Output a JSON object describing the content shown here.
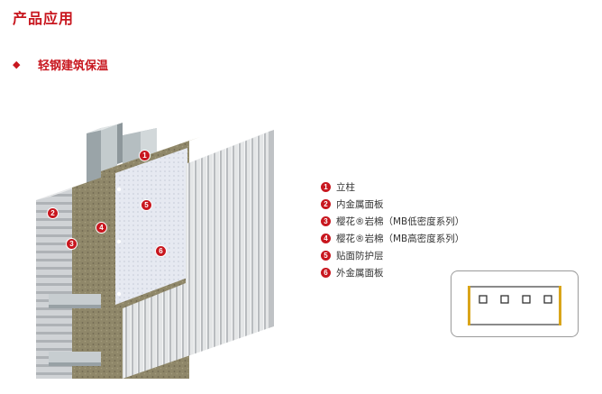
{
  "header": {
    "title": "产品应用"
  },
  "section": {
    "bullet": "◆",
    "title": "轻钢建筑保温"
  },
  "colors": {
    "accent": "#c8171f",
    "steel": "#a9b3b6",
    "wool": "#8c8467",
    "panel": "#dcdee0",
    "membrane": "#e3e7ef",
    "frame": "#d9a51a"
  },
  "legend": {
    "items": [
      {
        "num": "1",
        "label": "立柱"
      },
      {
        "num": "2",
        "label": "内金属面板"
      },
      {
        "num": "3",
        "label": "樱花®岩棉（MB低密度系列）"
      },
      {
        "num": "4",
        "label": "樱花®岩棉（MB高密度系列）"
      },
      {
        "num": "5",
        "label": "贴面防护层"
      },
      {
        "num": "6",
        "label": "外金属面板"
      }
    ]
  },
  "callouts": [
    "1",
    "2",
    "3",
    "4",
    "5",
    "6"
  ],
  "section_icon": "wall-section-icon"
}
